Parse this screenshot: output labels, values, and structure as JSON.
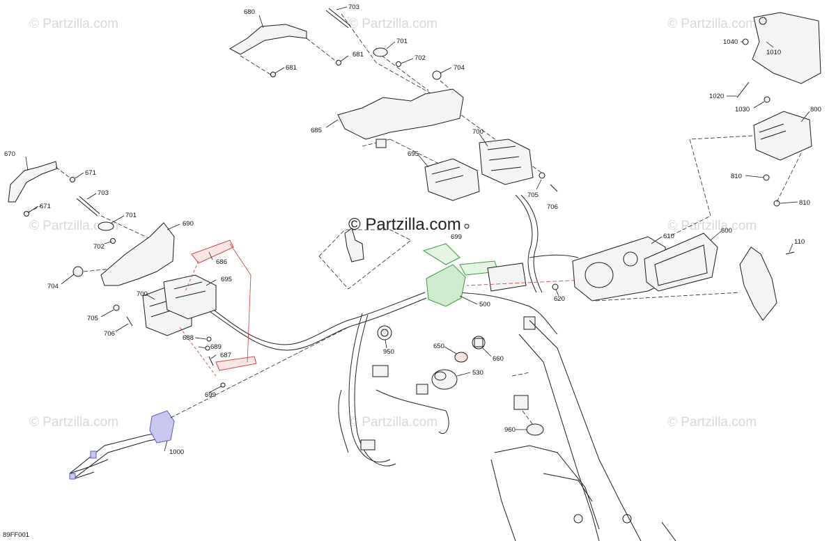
{
  "diagram": {
    "reference_code": "89FF001",
    "watermark_text": "© Partzilla.com",
    "center_watermark": "© Partzilla.com",
    "callouts": {
      "c680": "680",
      "c703a": "703",
      "c681a": "681",
      "c681b": "681",
      "c701a": "701",
      "c702a": "702",
      "c704a": "704",
      "c685": "685",
      "c700a": "700",
      "c695a": "695",
      "c705a": "705",
      "c706a": "706",
      "c699a": "699",
      "c670": "670",
      "c671a": "671",
      "c671b": "671",
      "c703b": "703",
      "c701b": "701",
      "c702b": "702",
      "c690": "690",
      "c686": "686",
      "c695b": "695",
      "c700b": "700",
      "c704b": "704",
      "c705b": "705",
      "c706b": "706",
      "c688": "688",
      "c689": "689",
      "c687": "687",
      "c699b": "699",
      "c1000": "1000",
      "c950": "950",
      "c650": "650",
      "c660": "660",
      "c530": "530",
      "c500": "500",
      "c960": "960",
      "c620": "620",
      "c610": "610",
      "c600": "600",
      "c110": "110",
      "c1040": "1040",
      "c1010": "1010",
      "c1020": "1020",
      "c1030": "1030",
      "c800": "800",
      "c810a": "810",
      "c810b": "810"
    },
    "colors": {
      "line": "#1a1a1a",
      "highlight_red": "#d64545",
      "highlight_green": "#3a9a3a",
      "highlight_blue": "#5a5ad6",
      "watermark": "#d9d9d9"
    }
  }
}
